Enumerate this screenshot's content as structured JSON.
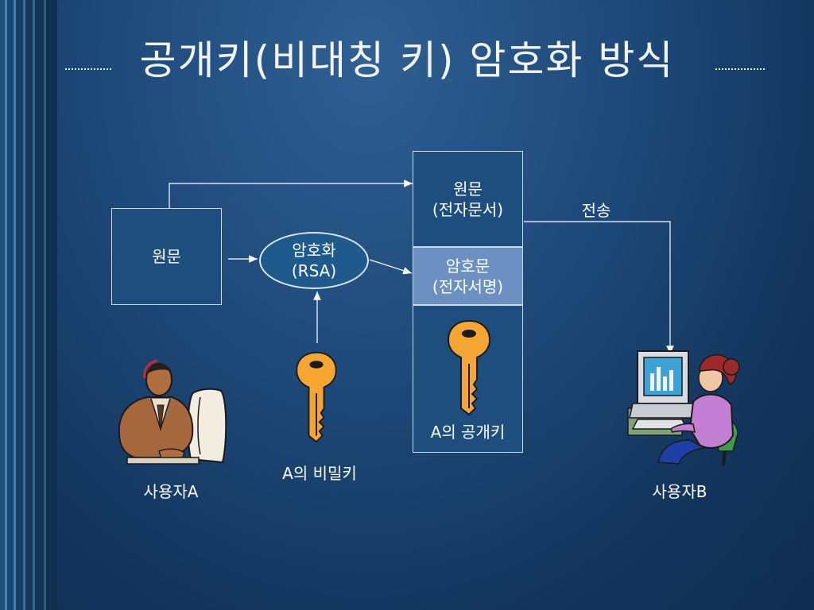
{
  "slide": {
    "title": "공개키(비대칭 키) 암호화 방식"
  },
  "diagram": {
    "plaintext_box": "원문",
    "encrypt_ellipse": {
      "line1": "암호화",
      "line2": "(RSA)"
    },
    "sent_document": {
      "line1": "원문",
      "line2": "(전자문서)"
    },
    "ciphertext": {
      "line1": "암호문",
      "line2": "(전자서명)"
    },
    "public_key_label": "A의 공개키",
    "private_key_label": "A의 비밀키",
    "transmit_label": "전송",
    "user_a_label": "사용자A",
    "user_b_label": "사용자B"
  },
  "colors": {
    "key_fill": "#f5a531",
    "key_outline": "#1a1a1a",
    "cipher_fill": "#6d90c3",
    "box_fill": "#1d4e7e"
  }
}
